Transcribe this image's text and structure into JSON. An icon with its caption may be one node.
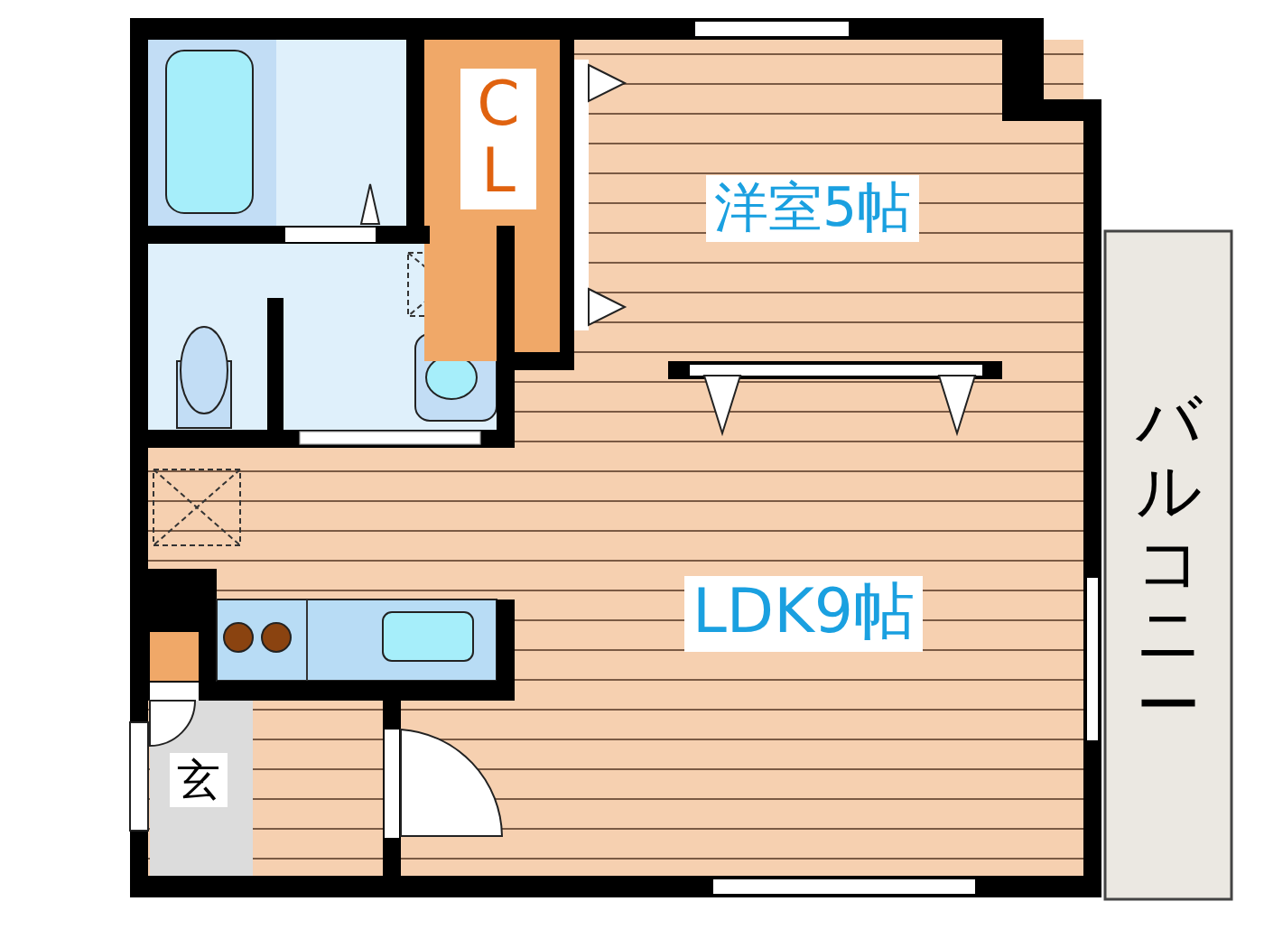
{
  "diagram": {
    "nodes": [
      {
        "text": [
          "CL"
        ]
      },
      {
        "text": [
          "洋室5帖"
        ]
      },
      {
        "text": [
          "LDK9帖"
        ]
      },
      {
        "text": [
          "玄"
        ]
      },
      {
        "text": [
          "バルコニー"
        ]
      }
    ]
  }
}
